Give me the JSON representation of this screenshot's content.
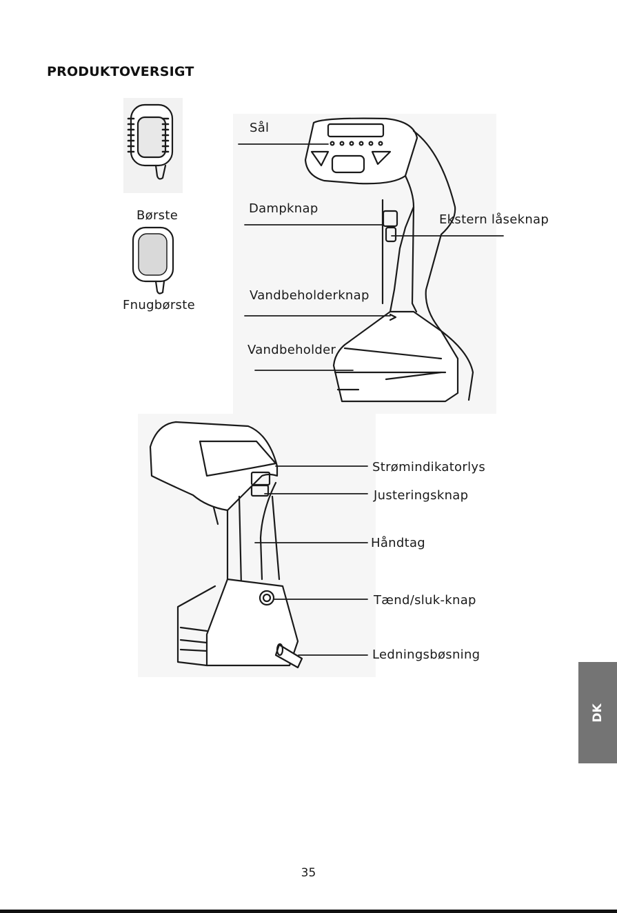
{
  "heading": "PRODUKTOVERSIGT",
  "accessories": {
    "brush_label": "Børste",
    "lint_brush_label": "Fnugbørste"
  },
  "front_view": {
    "labels": {
      "sole": "Sål",
      "steam_button": "Dampknap",
      "external_lock_button": "Ekstern låseknap",
      "tank_button": "Vandbeholderknap",
      "water_tank": "Vandbeholder"
    }
  },
  "side_view": {
    "labels": {
      "power_indicator": "Strømindikatorlys",
      "adjust_button": "Justeringsknap",
      "handle": "Håndtag",
      "power_button": "Tænd/sluk-knap",
      "cord_bushing": "Ledningsbøsning"
    }
  },
  "language_tab": "DK",
  "page_number": "35",
  "colors": {
    "tab_background": "#747474",
    "line_art": "#1a1a1a"
  }
}
